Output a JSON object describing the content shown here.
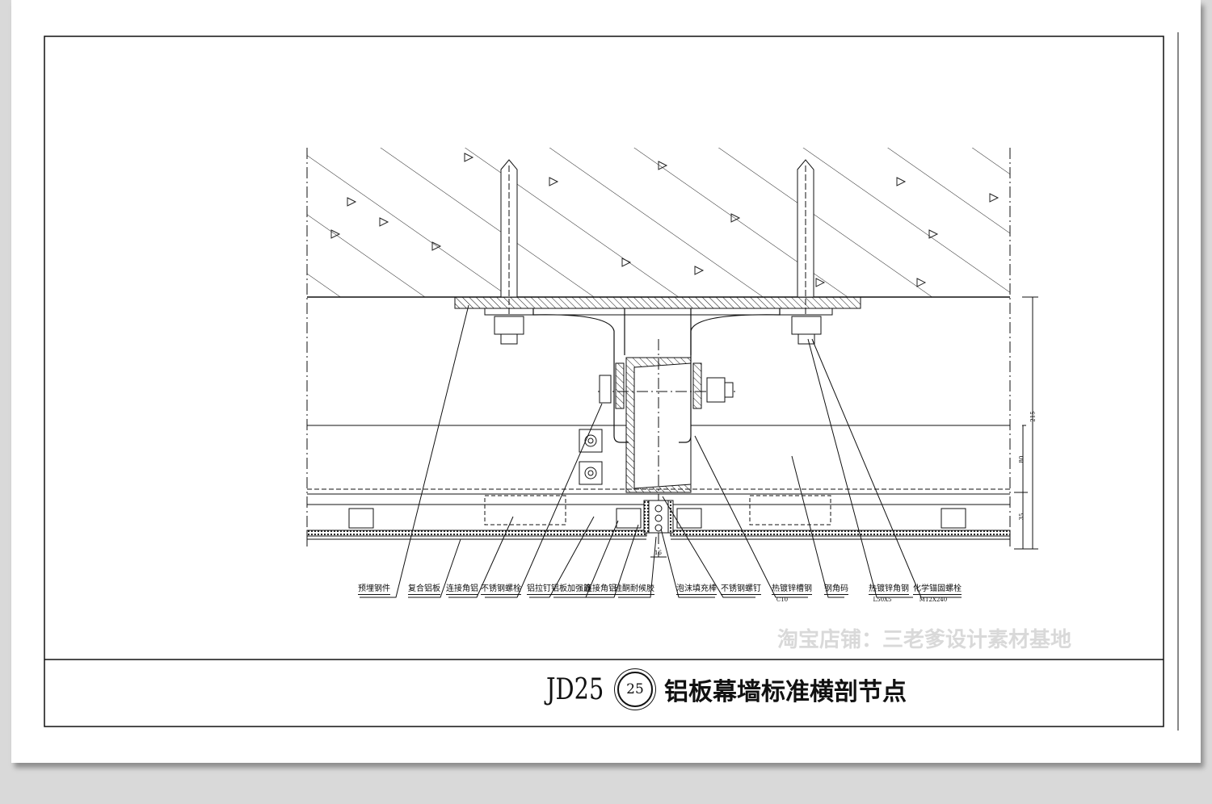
{
  "drawing": {
    "code": "JD25",
    "number": "25",
    "title": "铝板幕墙标准横剖节点",
    "watermark": "淘宝店铺：三老爹设计素材基地",
    "labels": [
      {
        "text": "预埋钢件"
      },
      {
        "text": "复合铝板"
      },
      {
        "text": "连接角铝"
      },
      {
        "text": "不锈钢螺栓"
      },
      {
        "text": "铝拉钉"
      },
      {
        "text": "铝板加强筋"
      },
      {
        "text": "连接角铝"
      },
      {
        "text": "硅酮耐候胶"
      },
      {
        "text": "泡沫填充棒"
      },
      {
        "text": "不锈钢螺钉"
      },
      {
        "text": "热镀锌槽钢",
        "spec": "C10"
      },
      {
        "text": "钢角码"
      },
      {
        "text": "热镀锌角钢",
        "spec": "L50X5"
      },
      {
        "text": "化学锚固螺栓",
        "spec": "M12X240"
      }
    ],
    "dimensions": {
      "total": "215",
      "upper": "80",
      "lower": "35",
      "joint": "16"
    }
  }
}
